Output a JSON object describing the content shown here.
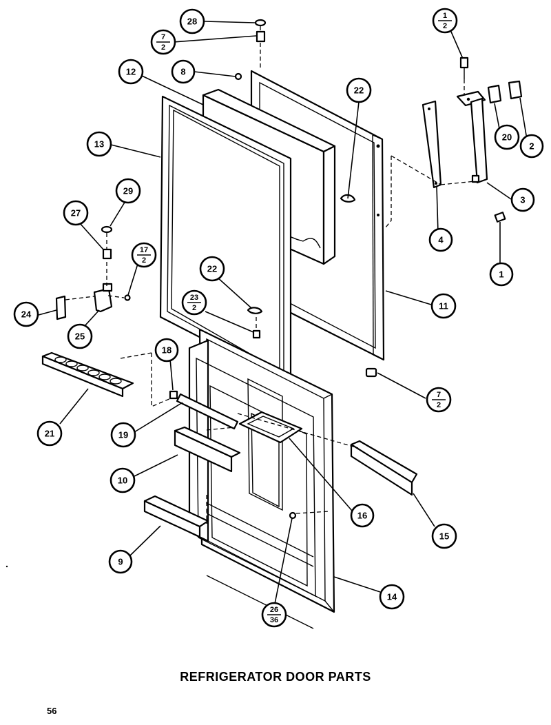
{
  "title": "REFRIGERATOR DOOR PARTS",
  "page_number": "56",
  "callouts": [
    {
      "id": "c28top",
      "label": "28"
    },
    {
      "id": "c7-2top",
      "num": "7",
      "den": "2"
    },
    {
      "id": "c8",
      "label": "8"
    },
    {
      "id": "c12",
      "label": "12"
    },
    {
      "id": "c13",
      "label": "13"
    },
    {
      "id": "c22a",
      "label": "22"
    },
    {
      "id": "c1-2",
      "num": "1",
      "den": "2"
    },
    {
      "id": "c20",
      "label": "20"
    },
    {
      "id": "c2",
      "label": "2"
    },
    {
      "id": "c3",
      "label": "3"
    },
    {
      "id": "c4",
      "label": "4"
    },
    {
      "id": "c1",
      "label": "1"
    },
    {
      "id": "c29",
      "label": "29"
    },
    {
      "id": "c27",
      "label": "27"
    },
    {
      "id": "c17-2",
      "num": "17",
      "den": "2"
    },
    {
      "id": "c22b",
      "label": "22"
    },
    {
      "id": "c23-2",
      "num": "23",
      "den": "2"
    },
    {
      "id": "c11",
      "label": "11"
    },
    {
      "id": "c24",
      "label": "24"
    },
    {
      "id": "c25",
      "label": "25"
    },
    {
      "id": "c18",
      "label": "18"
    },
    {
      "id": "c7-2bot",
      "num": "7",
      "den": "2"
    },
    {
      "id": "c21",
      "label": "21"
    },
    {
      "id": "c19",
      "label": "19"
    },
    {
      "id": "c10",
      "label": "10"
    },
    {
      "id": "c16",
      "label": "16"
    },
    {
      "id": "c15",
      "label": "15"
    },
    {
      "id": "c9",
      "label": "9"
    },
    {
      "id": "c14",
      "label": "14"
    },
    {
      "id": "c26-36",
      "num": "26",
      "den": "36"
    }
  ]
}
